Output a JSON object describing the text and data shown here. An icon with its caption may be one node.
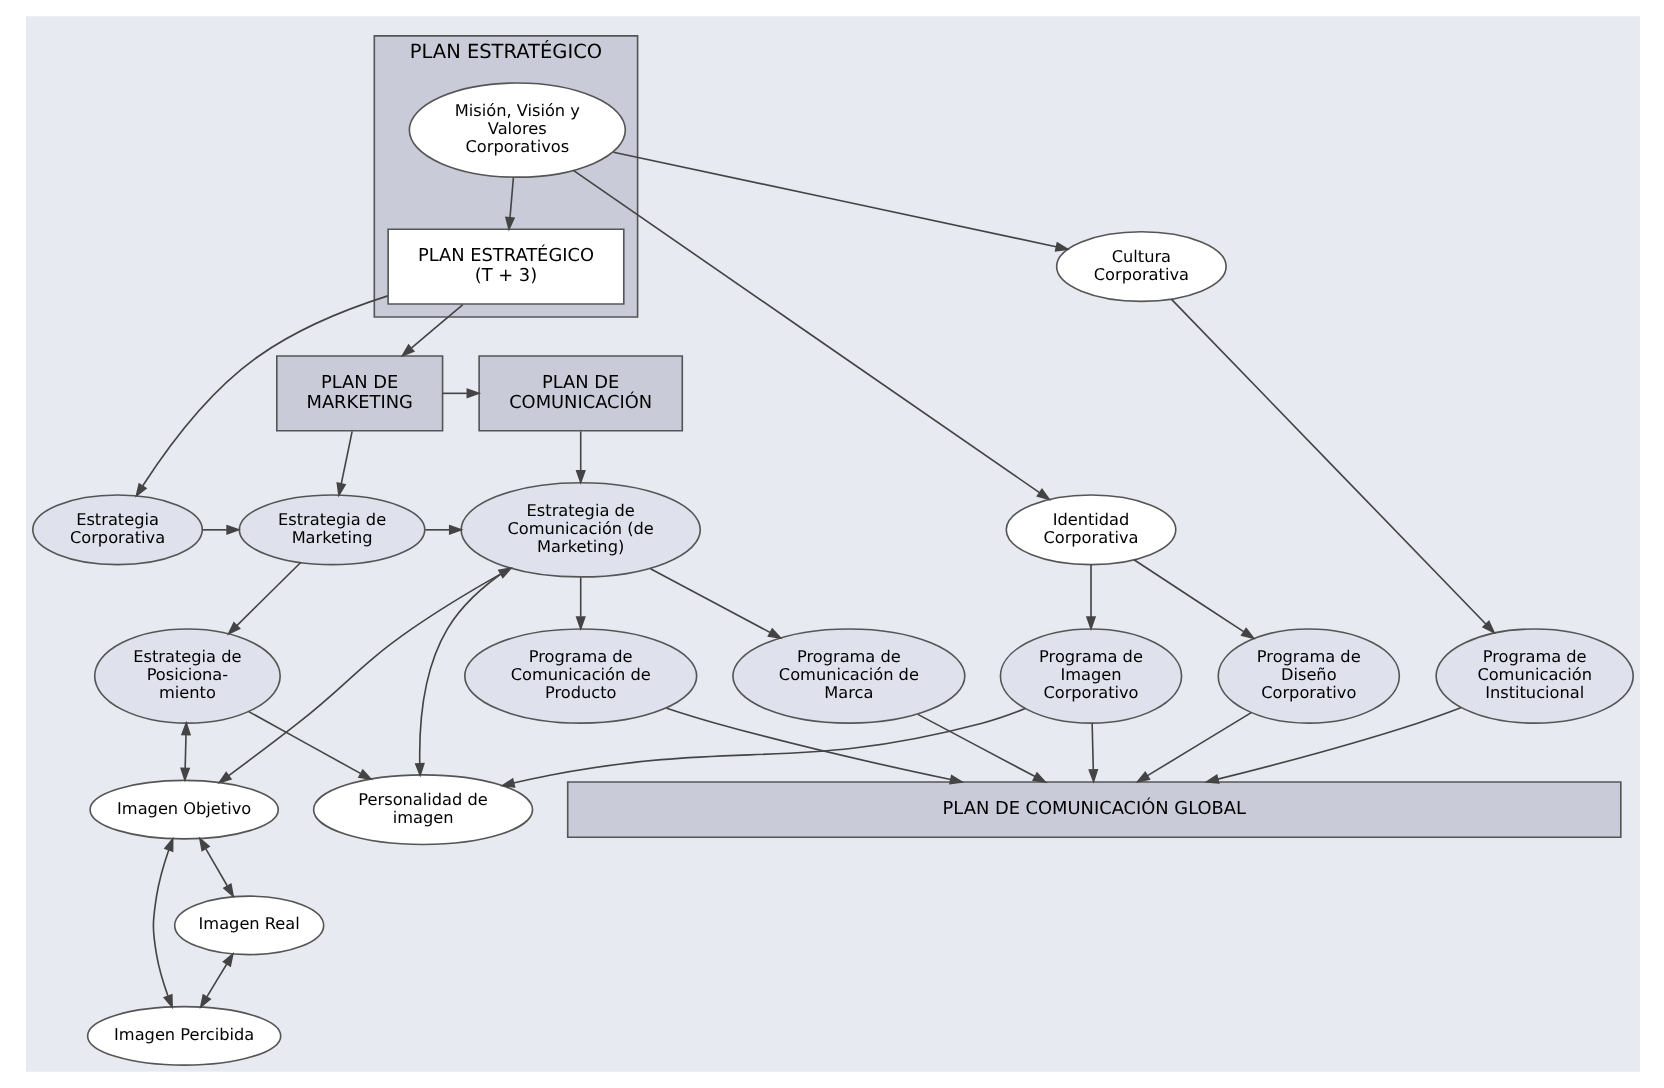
{
  "diagram": {
    "nodes": [
      {
        "text": [
          "PLAN ESTRATÉGICO"
        ]
      },
      {
        "text": [
          "Misión, Visión y Valores Corporativos"
        ],
        "in": 0
      },
      {
        "text": [
          "PLAN ESTRATÉGICO (T + 3)"
        ],
        "in": 0
      },
      {
        "text": [
          "PLAN DE MARKETING"
        ]
      },
      {
        "text": [
          "PLAN DE COMUNICACIÓN"
        ]
      },
      {
        "text": [
          "Estrategia Corporativa"
        ]
      },
      {
        "text": [
          "Estrategia de Marketing"
        ]
      },
      {
        "text": [
          "Estrategia de Comunicación (de Marketing)"
        ]
      },
      {
        "text": [
          "Cultura Corporativa"
        ]
      },
      {
        "text": [
          "Identidad Corporativa"
        ]
      },
      {
        "text": [
          "Estrategia de Posiciona- miento"
        ]
      },
      {
        "text": [
          "Imagen Objetivo"
        ]
      },
      {
        "text": [
          "Imagen Percibida"
        ]
      },
      {
        "text": [
          "Imagen Real"
        ]
      },
      {
        "text": [
          "Programa de Comunicación Institucional"
        ]
      },
      {
        "text": [
          "Programa de Diseño Corporativo"
        ]
      },
      {
        "text": [
          "Programa de Imagen Corporativo"
        ]
      },
      {
        "text": [
          "Personalidad de imagen"
        ]
      },
      {
        "text": [
          "Programa de Comunicación de Marca"
        ]
      },
      {
        "text": [
          "Programa de Comunicación de Producto"
        ]
      },
      {
        "text": [
          "PLAN DE COMUNICACIÓN GLOBAL"
        ]
      }
    ],
    "edges": [
      {
        "from": 1,
        "to": 2,
        "arrow": "to"
      },
      {
        "from": 2,
        "to": 3,
        "arrow": "to"
      },
      {
        "from": 3,
        "to": 4,
        "arrow": "to"
      },
      {
        "from": 2,
        "to": 5,
        "arrow": "to"
      },
      {
        "from": 3,
        "to": 6,
        "arrow": "to"
      },
      {
        "from": 4,
        "to": 7,
        "arrow": "to"
      },
      {
        "from": 1,
        "to": 8,
        "arrow": "to"
      },
      {
        "from": 1,
        "to": 9,
        "arrow": "to"
      },
      {
        "from": 5,
        "to": 6,
        "arrow": "to"
      },
      {
        "from": 6,
        "to": 7,
        "arrow": "to"
      },
      {
        "from": 6,
        "to": 10,
        "arrow": "to"
      },
      {
        "from": 7,
        "to": 11,
        "arrow": "both"
      },
      {
        "from": 10,
        "to": 11,
        "arrow": "both"
      },
      {
        "from": 11,
        "to": 13,
        "arrow": "both"
      },
      {
        "from": 11,
        "to": 12,
        "arrow": "both"
      },
      {
        "from": 13,
        "to": 12,
        "arrow": "both"
      },
      {
        "from": 8,
        "to": 14,
        "arrow": "to"
      },
      {
        "from": 9,
        "to": 15,
        "arrow": "to"
      },
      {
        "from": 9,
        "to": 16,
        "arrow": "to"
      },
      {
        "from": 16,
        "to": 17,
        "arrow": "to"
      },
      {
        "from": 10,
        "to": 17,
        "arrow": "to"
      },
      {
        "from": 7,
        "to": 17,
        "arrow": "to"
      },
      {
        "from": 7,
        "to": 18,
        "arrow": "to"
      },
      {
        "from": 7,
        "to": 19,
        "arrow": "to"
      },
      {
        "from": 14,
        "to": 20,
        "arrow": "to"
      },
      {
        "from": 15,
        "to": 20,
        "arrow": "to"
      },
      {
        "from": 16,
        "to": 20,
        "arrow": "to"
      },
      {
        "from": 18,
        "to": 20,
        "arrow": "to"
      },
      {
        "from": 19,
        "to": 20,
        "arrow": "to"
      }
    ]
  }
}
